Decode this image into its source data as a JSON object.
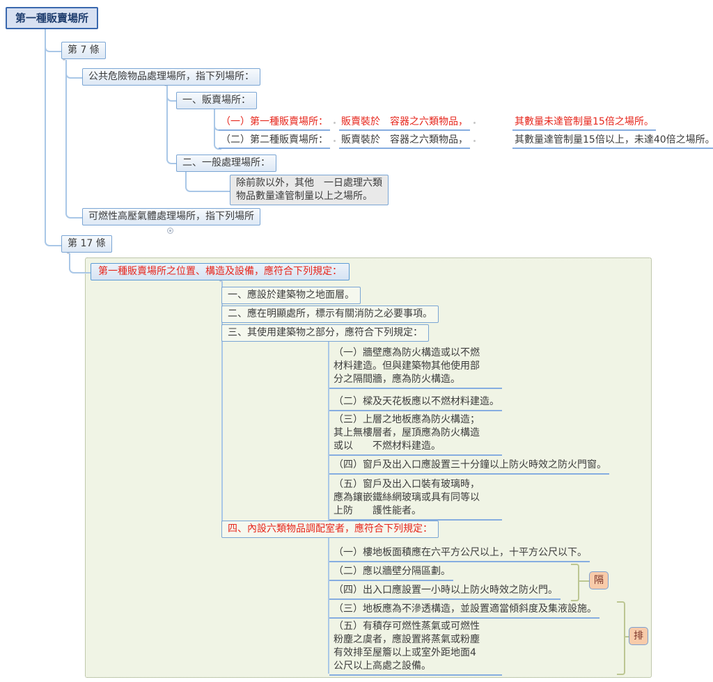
{
  "root": {
    "label": "第一種販賣場所"
  },
  "article7": {
    "label": "第 7 條",
    "intro": "公共危險物品處理場所，指下列場所：",
    "item1": {
      "label": "一、販賣場所：",
      "type1": {
        "name": "（一）第一種販賣場所：",
        "desc1": "販賣裝於　容器之六類物品，",
        "desc2": "其數量未達管制量15倍之場所。"
      },
      "type2": {
        "name": "（二）第二種販賣場所：",
        "desc1": "販賣裝於　容器之六類物品，",
        "desc2": "其數量達管制量15倍以上，未達40倍之場所。"
      }
    },
    "item2": {
      "label": "二、一般處理場所：",
      "desc": "除前款以外，其他　一日處理六類\n物品數量達管制量以上之場所。"
    },
    "gas": {
      "label": "可燃性高壓氣體處理場所，指下列場所"
    }
  },
  "article17": {
    "label": "第 17 條",
    "title": "第一種販賣場所之位置、構造及設備，應符合下列規定：",
    "rule1": "一、應設於建築物之地面層。",
    "rule2": "二、應在明顯處所，標示有關消防之必要事項。",
    "rule3": {
      "label": "三、其使用建築物之部分，應符合下列規定：",
      "items": [
        "（一）牆壁應為防火構造或以不燃\n材料建造。但與建築物其他使用部\n分之隔間牆，應為防火構造。",
        "（二）樑及天花板應以不燃材料建造。",
        "（三）上層之地板應為防火構造；\n其上無樓層者，屋頂應為防火構造\n或以　　不燃材料建造。",
        "（四）窗戶及出入口應設置三十分鐘以上防火時效之防火門窗。",
        "（五）窗戶及出入口裝有玻璃時，\n應為鑲嵌鐵絲網玻璃或具有同等以\n上防　　護性能者。"
      ]
    },
    "rule4": {
      "label": "四、內設六類物品調配室者，應符合下列規定：",
      "items": [
        "（一）樓地板面積應在六平方公尺以上，十平方公尺以下。",
        "（二）應以牆壁分隔區劃。",
        "（四）出入口應設置一小時以上防火時效之防火門。",
        "（三）地板應為不滲透構造，並設置適當傾斜度及集液設施。",
        "（五）有積存可燃性蒸氣或可燃性\n粉塵之虞者，應設置將蒸氣或粉塵\n有效排至屋簷以上或室外距地面4\n公尺以上高處之設備。"
      ],
      "summary_partition": "隔",
      "summary_exhaust": "排"
    }
  }
}
